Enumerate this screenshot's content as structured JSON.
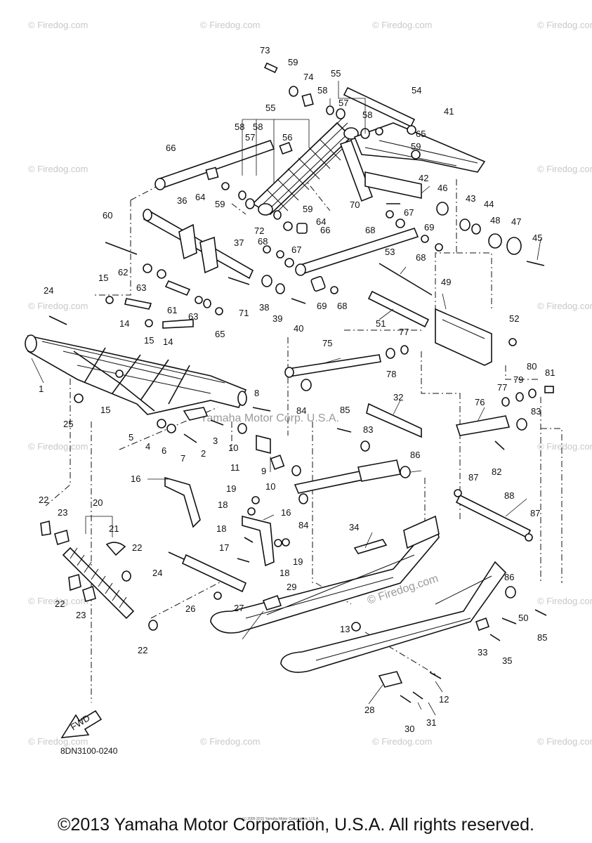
{
  "diagram": {
    "document_code": "8DN3100-0240",
    "copyright": "©2013 Yamaha Motor Corporation, U.S.A. All rights reserved.",
    "tiny_credit": "(c) 2005-2015 Yamaha Motor Corporation, U.S.A.",
    "center_watermark": "Yamaha Motor Corp. U.S.A.",
    "watermark_text": "© Firedog.com",
    "body_watermark": "© Firedog.com",
    "fwd_label": "FWD",
    "callouts": [
      "1",
      "2",
      "3",
      "4",
      "5",
      "6",
      "7",
      "8",
      "9",
      "10",
      "10",
      "11",
      "12",
      "13",
      "14",
      "14",
      "15",
      "15",
      "15",
      "16",
      "16",
      "17",
      "18",
      "18",
      "18",
      "19",
      "19",
      "20",
      "21",
      "22",
      "22",
      "22",
      "22",
      "23",
      "23",
      "24",
      "24",
      "25",
      "26",
      "27",
      "28",
      "29",
      "30",
      "31",
      "32",
      "33",
      "34",
      "35",
      "36",
      "37",
      "38",
      "39",
      "40",
      "41",
      "42",
      "43",
      "44",
      "45",
      "46",
      "47",
      "48",
      "49",
      "50",
      "51",
      "52",
      "53",
      "54",
      "55",
      "55",
      "56",
      "57",
      "57",
      "58",
      "58",
      "58",
      "58",
      "59",
      "59",
      "59",
      "59",
      "60",
      "61",
      "62",
      "63",
      "63",
      "64",
      "64",
      "65",
      "65",
      "66",
      "66",
      "67",
      "67",
      "68",
      "68",
      "68",
      "68",
      "69",
      "69",
      "70",
      "71",
      "72",
      "73",
      "74",
      "75",
      "76",
      "77",
      "77",
      "78",
      "79",
      "80",
      "81",
      "82",
      "83",
      "83",
      "84",
      "84",
      "85",
      "85",
      "86",
      "86",
      "87",
      "87",
      "88"
    ]
  }
}
